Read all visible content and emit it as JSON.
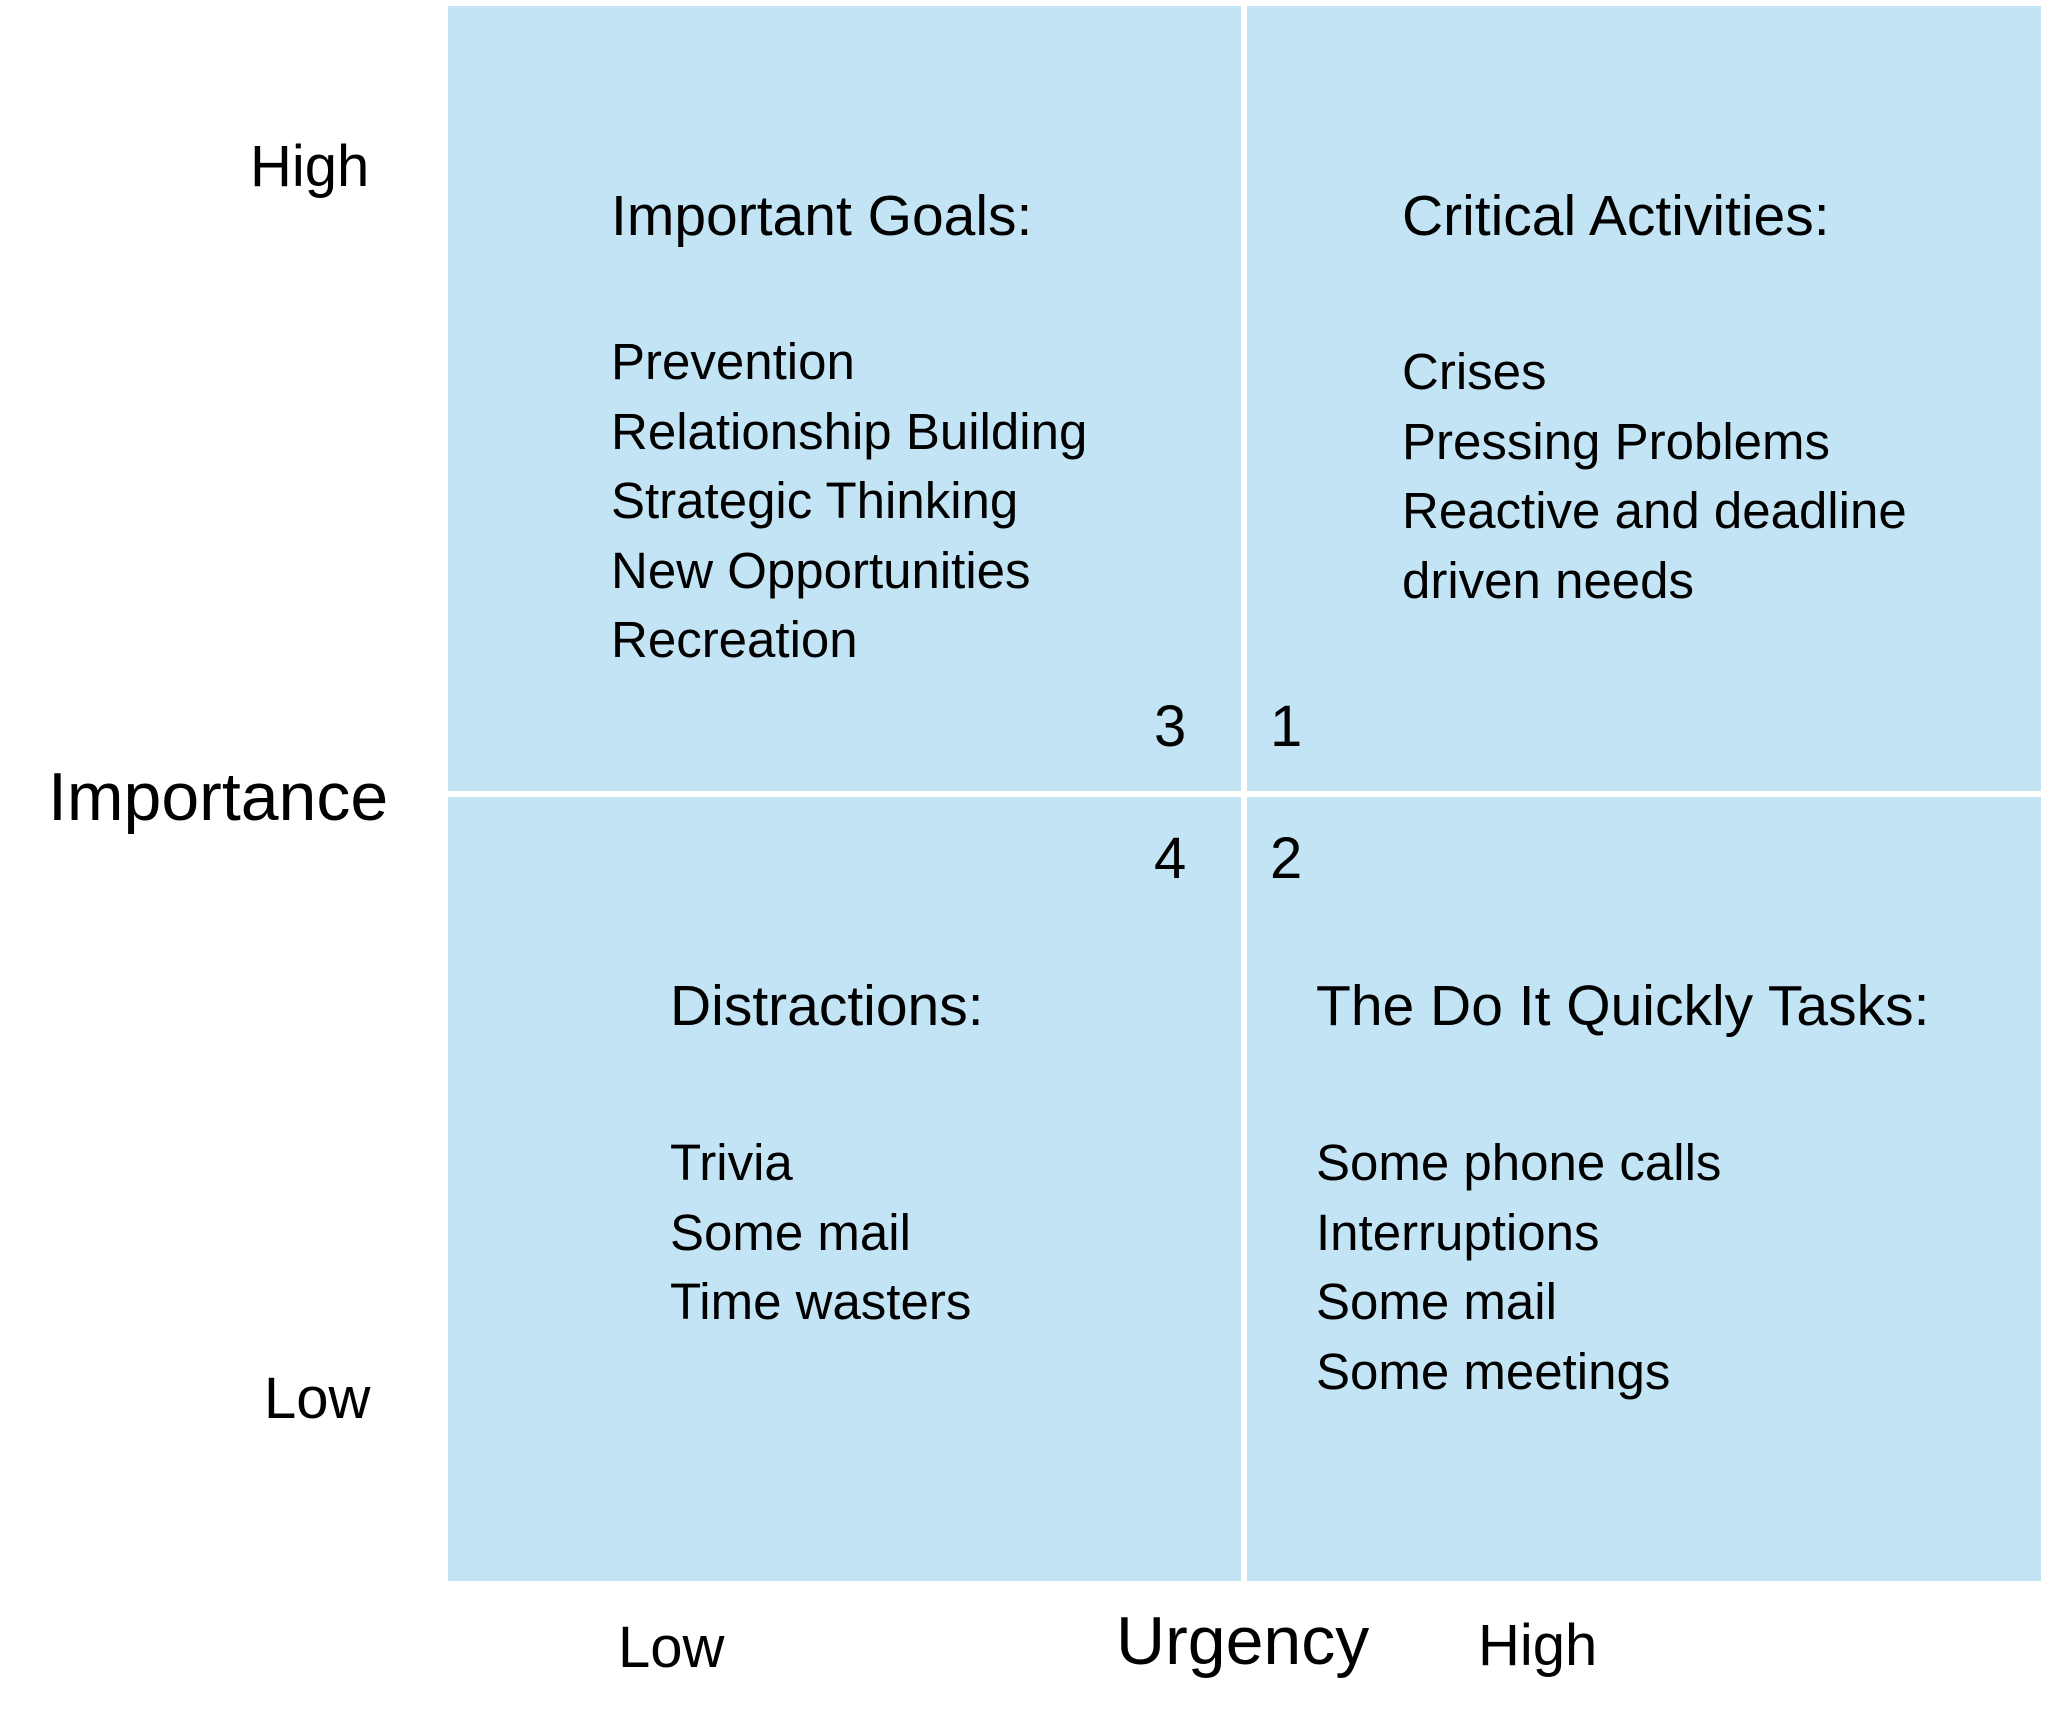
{
  "diagram": {
    "type": "eisenhower-matrix",
    "colors": {
      "quadrant_fill": "#c2e4f4",
      "divider": "#ffffff",
      "text": "#000000"
    },
    "y_axis": {
      "label": "Importance",
      "high": "High",
      "low": "Low"
    },
    "x_axis": {
      "label": "Urgency",
      "low": "Low",
      "high": "High"
    },
    "quadrants": {
      "top_left": {
        "number": "3",
        "title": "Important Goals:",
        "items": [
          "Prevention",
          "Relationship Building",
          "Strategic Thinking",
          "New Opportunities",
          "Recreation"
        ]
      },
      "top_right": {
        "number": "1",
        "title": "Critical Activities:",
        "items": [
          "Crises",
          "Pressing Problems",
          "Reactive and deadline",
          "driven needs"
        ]
      },
      "bottom_left": {
        "number": "4",
        "title": "Distractions:",
        "items": [
          "Trivia",
          "Some mail",
          "Time wasters"
        ]
      },
      "bottom_right": {
        "number": "2",
        "title": "The Do It Quickly Tasks:",
        "items": [
          "Some phone calls",
          "Interruptions",
          "Some mail",
          "Some meetings"
        ]
      }
    }
  }
}
